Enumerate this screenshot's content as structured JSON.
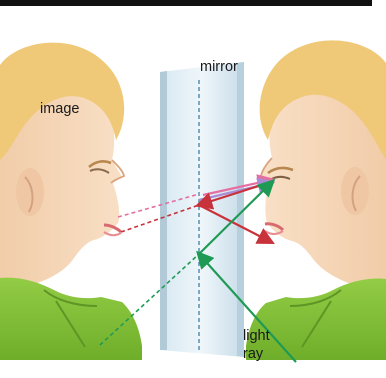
{
  "labels": {
    "image": "image",
    "mirror": "mirror",
    "light_ray_line1": "light",
    "light_ray_line2": "ray"
  },
  "colors": {
    "skin": "#f6d7b6",
    "hair": "#efc977",
    "shirt": "#8cc63f",
    "mirror": "#cfe4ef",
    "ray_red": "#c8323a",
    "ray_pink": "#e56fa1",
    "ray_green": "#1f9a55",
    "ray_purple": "#a98bd6"
  },
  "icons": {
    "arrow": "arrowhead"
  }
}
